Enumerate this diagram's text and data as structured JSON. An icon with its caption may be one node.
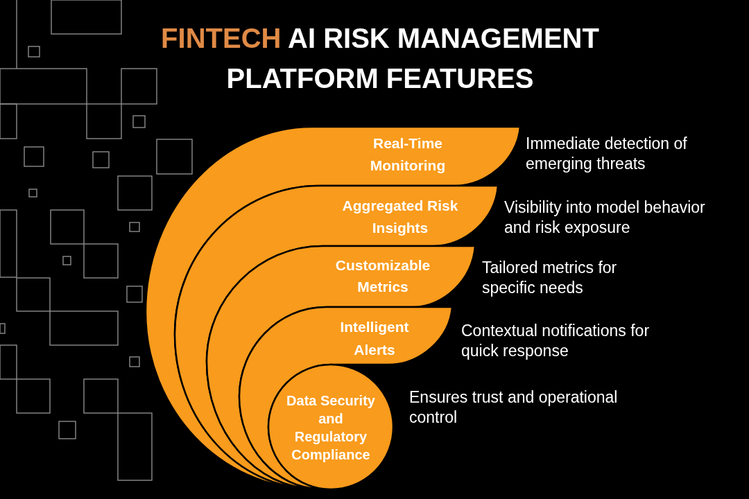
{
  "diagram": {
    "title": "FINTECH AI RISK MANAGEMENT PLATFORM FEATURES",
    "nodes": [
      {
        "text": [
          "Real-Time Monitoring"
        ],
        "beside": [
          "Immediate detection of emerging threats"
        ]
      },
      {
        "text": [
          "Aggregated Risk Insights"
        ],
        "beside": [
          "Visibility into model behavior and risk exposure"
        ]
      },
      {
        "text": [
          "Customizable Metrics"
        ],
        "beside": [
          "Tailored metrics for specific needs"
        ]
      },
      {
        "text": [
          "Intelligent Alerts"
        ],
        "beside": [
          "Contextual notifications for quick response"
        ]
      },
      {
        "text": [
          "Data Security and Regulatory Compliance"
        ],
        "beside": [
          "Ensures trust and operational control"
        ]
      }
    ]
  }
}
